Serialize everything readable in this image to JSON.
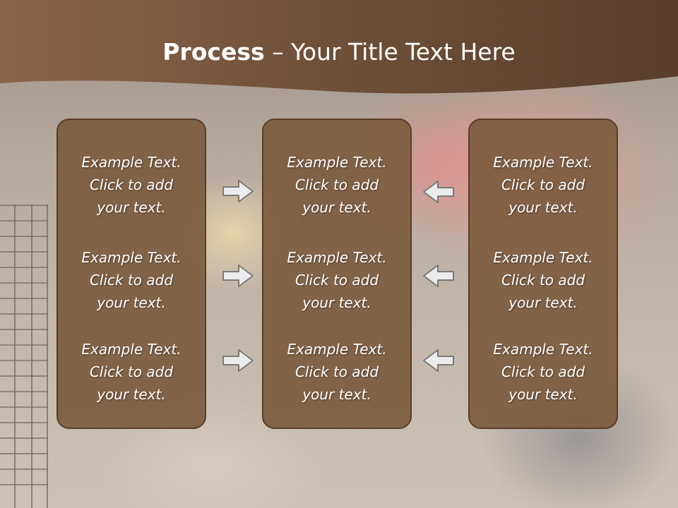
{
  "slide": {
    "title_bold": "Process",
    "title_rest": " – Your Title Text Here"
  },
  "colors": {
    "header": "#6e4d34",
    "panel": "#7e5c40",
    "panel_border": "#5a3c26",
    "arrow_fill": "#ececec",
    "arrow_stroke": "#7a7a7a"
  },
  "columns": [
    {
      "items": [
        {
          "line1": "Example Text.",
          "line2": "Click  to add",
          "line3": "your text."
        },
        {
          "line1": "Example Text.",
          "line2": "Click  to add",
          "line3": "your text."
        },
        {
          "line1": "Example Text.",
          "line2": "Click  to add",
          "line3": "your text."
        }
      ]
    },
    {
      "items": [
        {
          "line1": "Example Text.",
          "line2": "Click  to add",
          "line3": "your text."
        },
        {
          "line1": "Example Text.",
          "line2": "Click  to add",
          "line3": "your text."
        },
        {
          "line1": "Example Text.",
          "line2": "Click  to add",
          "line3": "your text."
        }
      ]
    },
    {
      "items": [
        {
          "line1": "Example Text.",
          "line2": "Click  to add",
          "line3": "your text."
        },
        {
          "line1": "Example Text.",
          "line2": "Click  to add",
          "line3": "your text."
        },
        {
          "line1": "Example Text.",
          "line2": "Click  to add",
          "line3": "your text."
        }
      ]
    }
  ],
  "arrows": {
    "left_group": "right-arrow-icon",
    "right_group": "left-arrow-icon"
  }
}
